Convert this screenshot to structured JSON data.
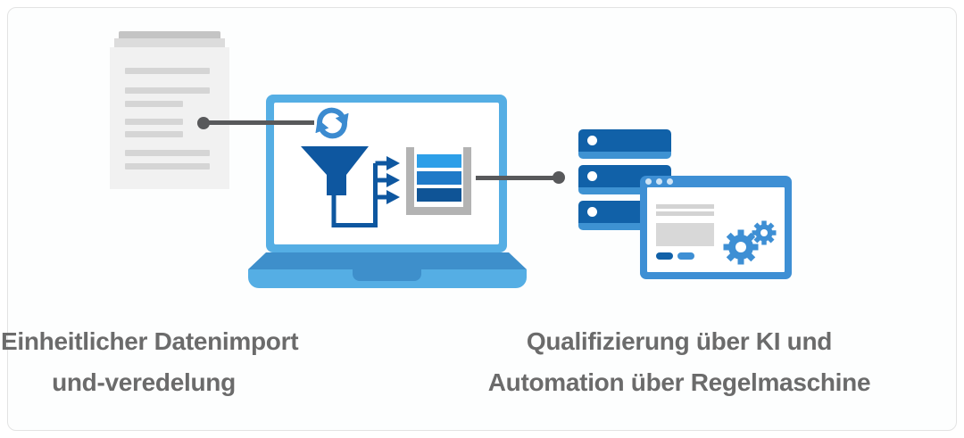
{
  "colors": {
    "frame-border": "#e3e3e3",
    "canvas-bg": "#fdfefe",
    "light-blue": "#55aee4",
    "mid-blue": "#3e8fcb",
    "browser-blue": "#3e8fd4",
    "sync-blue": "#3c8bd0",
    "dark-blue": "#0e57a0",
    "server-body-blue": "#1161a8",
    "server-strip-blue": "#3e92d2",
    "bar-top-blue": "#2d9fe8",
    "bar-mid-blue": "#1f7ac8",
    "bar-bottom-blue": "#0f5496",
    "bracket-gray": "#b3b3b3",
    "doc-page-gray": "#f1f1f1",
    "doc-line-gray": "#d5d5d5",
    "doc-edge-dark": "#c4c4c4",
    "doc-edge-light": "#dcdcdc",
    "connector-gray": "#58595b",
    "ui-gray": "#d3d3d3",
    "block-gray": "#d8d8d8",
    "titlebar-dot": "#cfe4f5",
    "text-gray": "#6b6b6b"
  },
  "icons": {
    "document": "stacked paper document with text lines",
    "sync": "two circular refresh arrows",
    "funnel_flow": "funnel piping data via three arrows into a stack",
    "stack": "three data bars in a gray container",
    "laptop": "laptop computer",
    "servers": "three rack server units with LEDs",
    "browser": "application window with content placeholders",
    "gears": "two gears"
  },
  "captions": {
    "left": {
      "line1": "Einheitlicher Datenimport",
      "line2": "und-veredelung"
    },
    "right": {
      "line1": "Qualifizierung über KI und",
      "line2": "Automation über Regelmaschine"
    }
  }
}
